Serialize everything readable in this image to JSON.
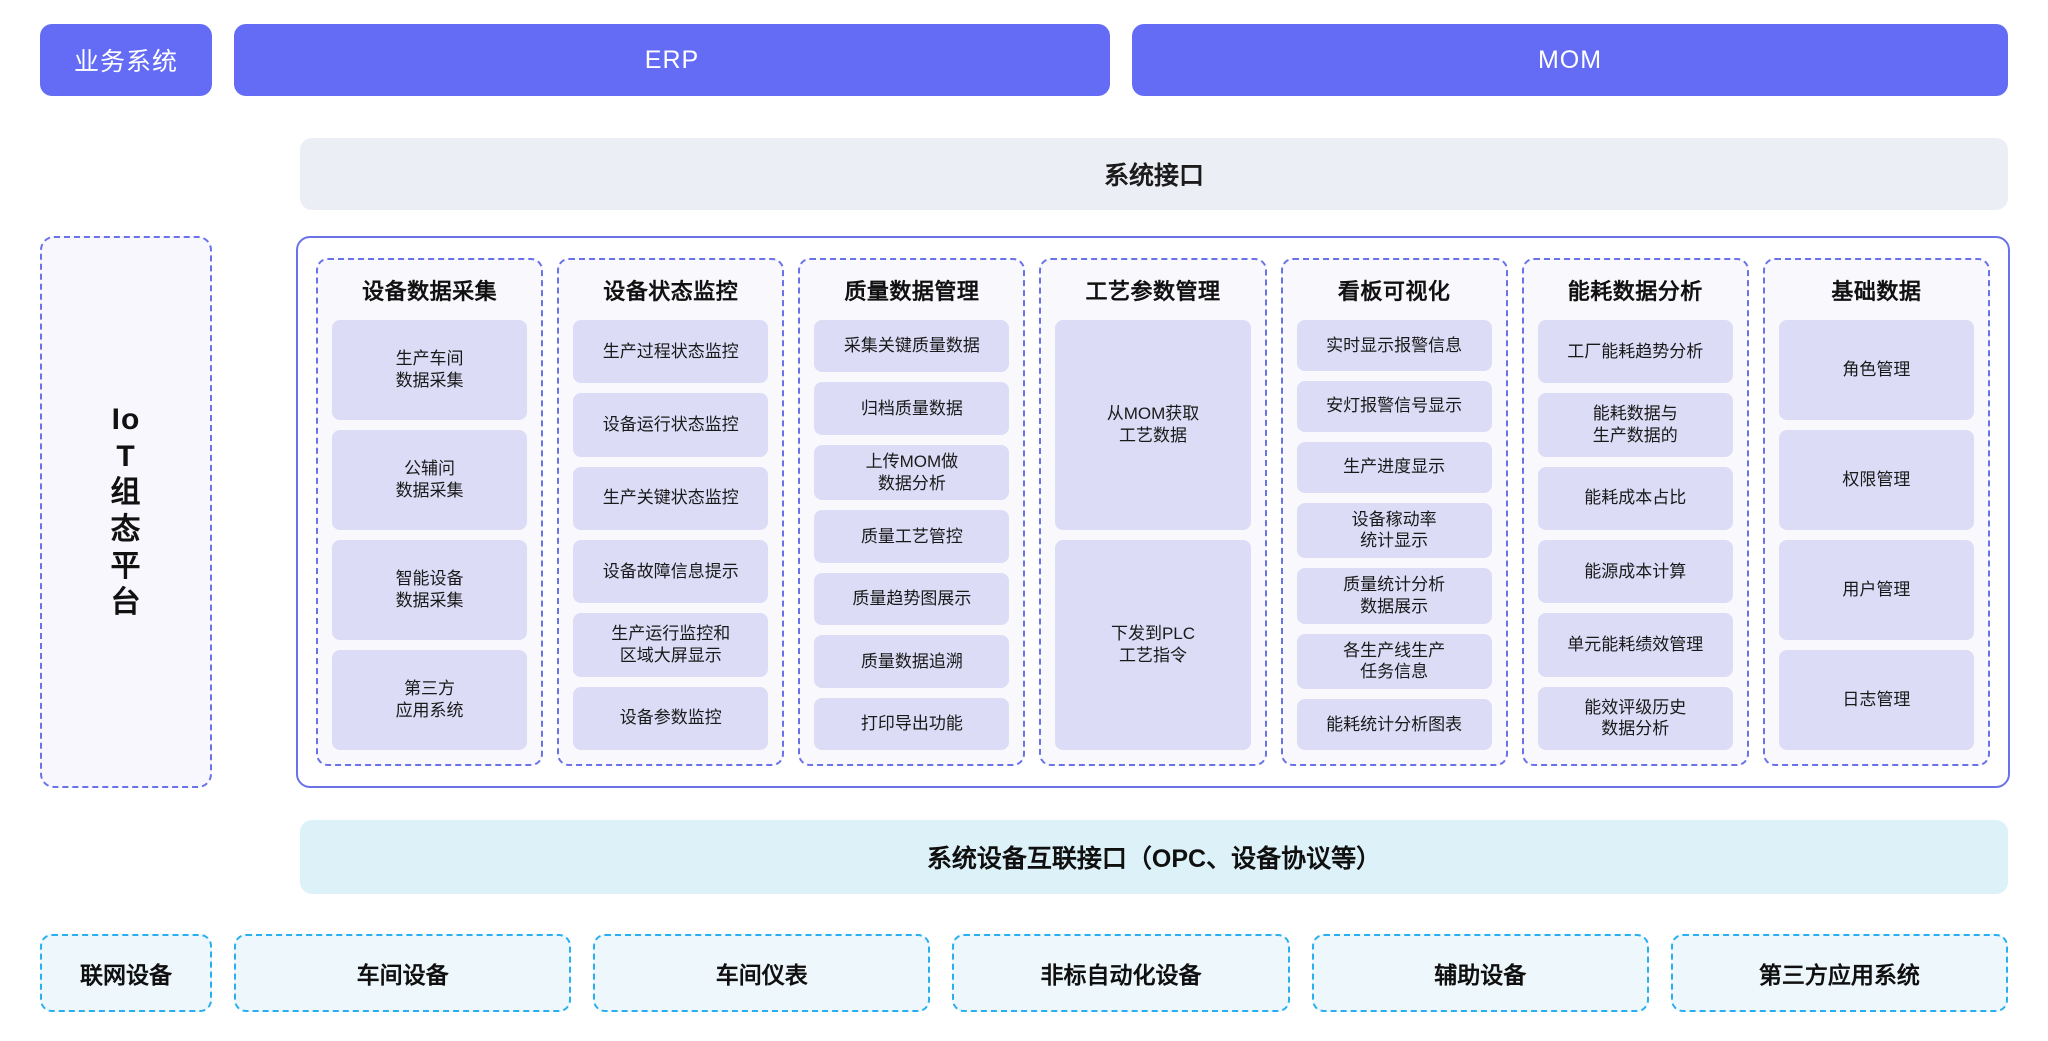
{
  "top_row": {
    "label": "业务系统",
    "systems": [
      "ERP",
      "MOM"
    ]
  },
  "system_interface": {
    "title": "系统接口"
  },
  "iot_platform": {
    "label": "IoT组态平台"
  },
  "columns": [
    {
      "title": "设备数据采集",
      "items": [
        "生产车间\n数据采集",
        "公辅问\n数据采集",
        "智能设备\n数据采集",
        "第三方\n应用系统"
      ]
    },
    {
      "title": "设备状态监控",
      "items": [
        "生产过程状态监控",
        "设备运行状态监控",
        "生产关键状态监控",
        "设备故障信息提示",
        "生产运行监控和\n区域大屏显示",
        "设备参数监控"
      ]
    },
    {
      "title": "质量数据管理",
      "items": [
        "采集关键质量数据",
        "归档质量数据",
        "上传MOM做\n数据分析",
        "质量工艺管控",
        "质量趋势图展示",
        "质量数据追溯",
        "打印导出功能"
      ]
    },
    {
      "title": "工艺参数管理",
      "items": [
        "从MOM获取\n工艺数据",
        "下发到PLC\n工艺指令"
      ]
    },
    {
      "title": "看板可视化",
      "items": [
        "实时显示报警信息",
        "安灯报警信号显示",
        "生产进度显示",
        "设备稼动率\n统计显示",
        "质量统计分析\n数据展示",
        "各生产线生产\n任务信息",
        "能耗统计分析图表"
      ]
    },
    {
      "title": "能耗数据分析",
      "items": [
        "工厂能耗趋势分析",
        "能耗数据与\n生产数据的",
        "能耗成本占比",
        "能源成本计算",
        "单元能耗绩效管理",
        "能效评级历史\n数据分析"
      ]
    },
    {
      "title": "基础数据",
      "items": [
        "角色管理",
        "权限管理",
        "用户管理",
        "日志管理"
      ]
    }
  ],
  "device_interface": {
    "title": "系统设备互联接口（OPC、设备协议等）"
  },
  "bottom_row": {
    "items": [
      "联网设备",
      "车间设备",
      "车间仪表",
      "非标自动化设备",
      "辅助设备",
      "第三方应用系统"
    ]
  },
  "colors": {
    "primary_blue": "#646cf5",
    "panel_border": "#6a72e8",
    "item_fill": "#dcdcf7",
    "group_fill": "#f8f8fd",
    "sys_interface_fill": "#ebeef5",
    "dev_interface_fill": "#ddf1f8",
    "device_border": "#29aef0",
    "device_fill": "#eef8fc"
  }
}
